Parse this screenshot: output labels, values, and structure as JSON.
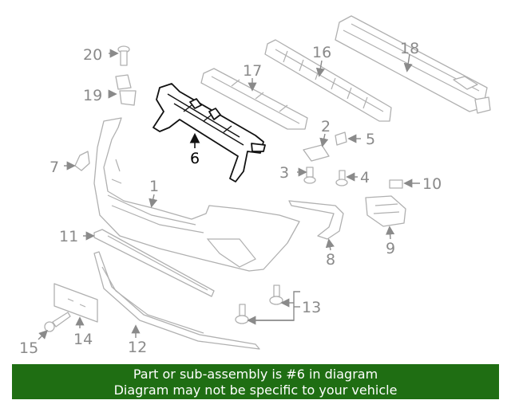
{
  "diagram": {
    "callouts": {
      "c1": "1",
      "c2": "2",
      "c3": "3",
      "c4": "4",
      "c5": "5",
      "c6": "6",
      "c7": "7",
      "c8": "8",
      "c9": "9",
      "c10": "10",
      "c11": "11",
      "c12": "12",
      "c13": "13",
      "c14": "14",
      "c15": "15",
      "c17": "17",
      "c16": "16",
      "c18": "18",
      "c19": "19",
      "c20": "20"
    },
    "highlighted_part": "6"
  },
  "banner": {
    "line1": "Part or sub-assembly is #6 in diagram",
    "line2": "Diagram may not be specific to your vehicle",
    "color": "#1f6e13"
  }
}
